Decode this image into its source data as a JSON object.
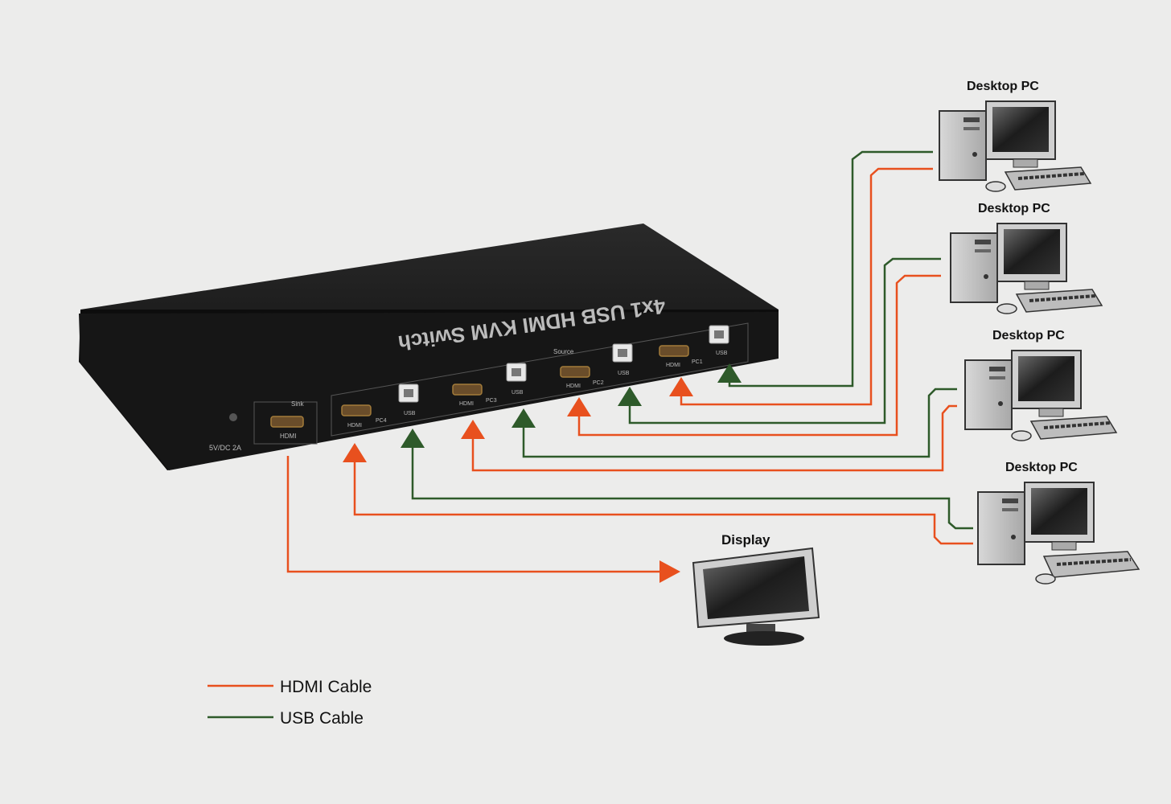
{
  "colors": {
    "hdmi": "#e8501e",
    "usb": "#2e5a2a",
    "background": "#ececeb",
    "device": "#141414"
  },
  "device": {
    "title": "4x1 USB HDMI KVM Switch",
    "sink_label": "Sink",
    "source_label": "Source",
    "sink_port": "HDMI",
    "power": "5V/DC 2A",
    "ports": [
      {
        "hdmi": "HDMI",
        "pc": "PC4",
        "usb": "USB"
      },
      {
        "hdmi": "HDMI",
        "pc": "PC3",
        "usb": "USB"
      },
      {
        "hdmi": "HDMI",
        "pc": "PC2",
        "usb": "USB"
      },
      {
        "hdmi": "HDMI",
        "pc": "PC1",
        "usb": "USB"
      }
    ]
  },
  "computers": [
    {
      "label": "Desktop PC"
    },
    {
      "label": "Desktop PC"
    },
    {
      "label": "Desktop PC"
    },
    {
      "label": "Desktop PC"
    }
  ],
  "display": {
    "label": "Display"
  },
  "legend": [
    {
      "label": "HDMI Cable",
      "kind": "hdmi"
    },
    {
      "label": "USB Cable",
      "kind": "usb"
    }
  ]
}
